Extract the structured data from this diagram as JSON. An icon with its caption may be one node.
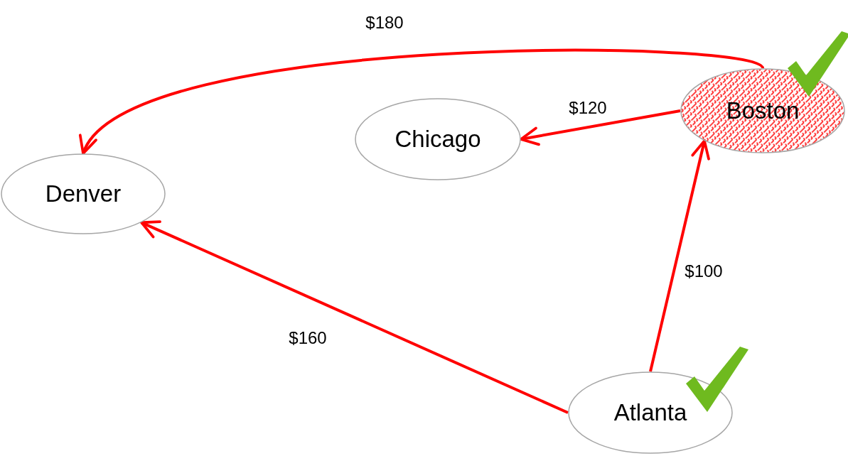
{
  "diagram": {
    "nodes": [
      {
        "text": [
          "Boston"
        ]
      },
      {
        "text": [
          "Chicago"
        ]
      },
      {
        "text": [
          "Denver"
        ]
      },
      {
        "text": [
          "Atlanta"
        ]
      }
    ],
    "edges": [
      {
        "from": 0,
        "to": 2,
        "arrow": "to",
        "label": "$180"
      },
      {
        "from": 0,
        "to": 1,
        "arrow": "to",
        "label": "$120"
      },
      {
        "from": 3,
        "to": 0,
        "arrow": "to",
        "label": "$100"
      },
      {
        "from": 3,
        "to": 2,
        "arrow": "to",
        "label": "$160"
      }
    ]
  }
}
